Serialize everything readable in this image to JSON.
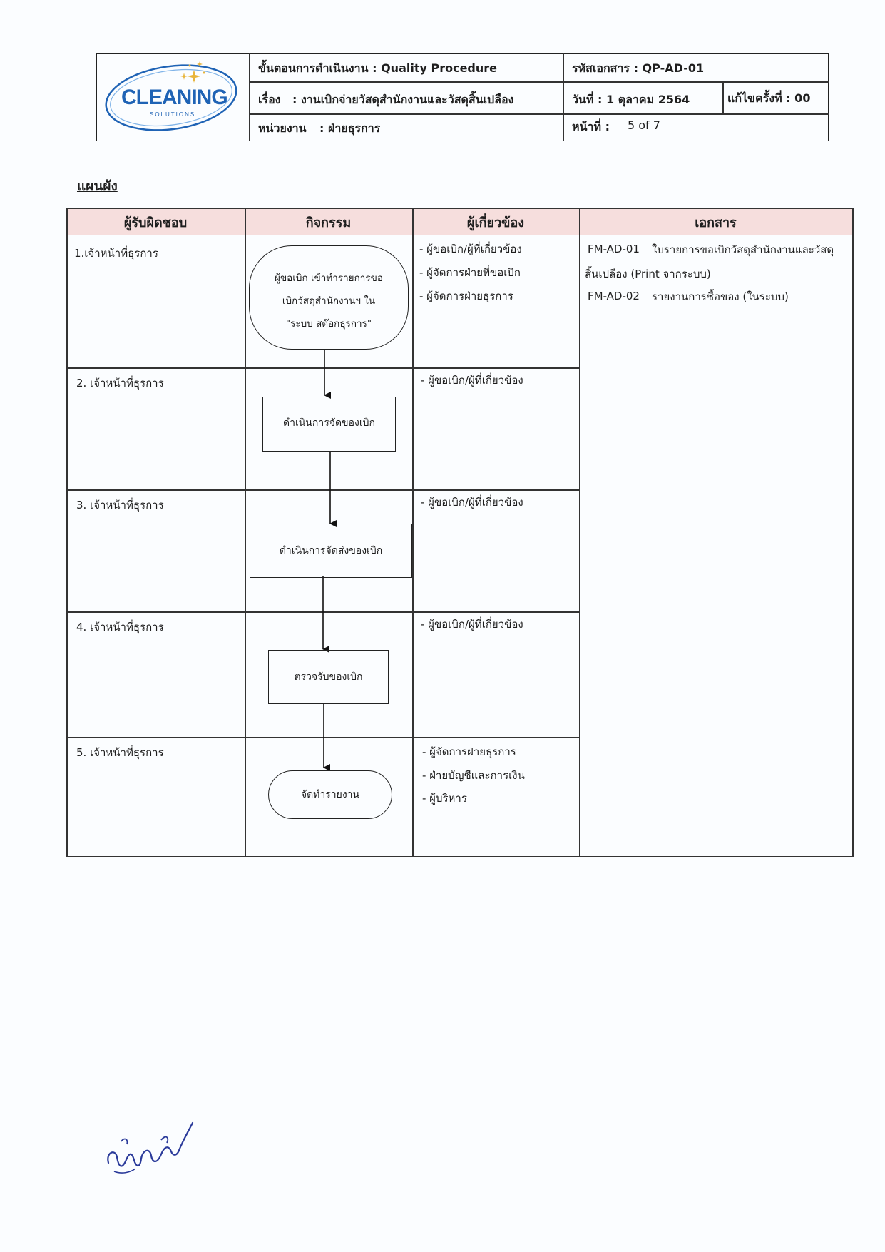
{
  "header": {
    "logo_text": "CLEANING",
    "logo_sub": "SOLUTIONS",
    "procedure_label": "ขั้นตอนการดำเนินงาน : Quality Procedure",
    "doc_code": "รหัสเอกสาร : QP-AD-01",
    "subject_prefix": "เรื่อง",
    "subject": ": งานเบิกจ่ายวัสดุสำนักงานและวัสดุสิ้นเปลือง",
    "date": "วันที่ : 1 ตุลาคม 2564",
    "revision": "แก้ไขครั้งที่ : 00",
    "unit_label": "หน่วยงาน",
    "unit": ": ฝ่ายธุรการ",
    "page_label": "หน้าที่ :",
    "page": "5 of 7"
  },
  "section_title": "แผนผัง",
  "table": {
    "headers": [
      "ผู้รับผิดชอบ",
      "กิจกรรม",
      "ผู้เกี่ยวข้อง",
      "เอกสาร"
    ],
    "rows": [
      {
        "responsible": "1.เจ้าหน้าที่ธุรการ",
        "activity": [
          "ผู้ขอเบิก เข้าทำรายการขอ",
          "เบิกวัสดุสำนักงานฯ ใน",
          "\"ระบบ สต๊อกธุรการ\""
        ],
        "related": [
          "- ผู้ขอเบิก/ผู้ที่เกี่ยวข้อง",
          "- ผู้จัดการฝ่ายที่ขอเบิก",
          "- ผู้จัดการฝ่ายธุรการ"
        ]
      },
      {
        "responsible": "2. เจ้าหน้าที่ธุรการ",
        "activity": [
          "ดำเนินการจัดของเบิก"
        ],
        "related": [
          "-  ผู้ขอเบิก/ผู้ที่เกี่ยวข้อง"
        ]
      },
      {
        "responsible": "3.  เจ้าหน้าที่ธุรการ",
        "activity": [
          "ดำเนินการจัดส่งของเบิก"
        ],
        "related": [
          "- ผู้ขอเบิก/ผู้ที่เกี่ยวข้อง"
        ]
      },
      {
        "responsible": "4.  เจ้าหน้าที่ธุรการ",
        "activity": [
          "ตรวจรับของเบิก"
        ],
        "related": [
          "- ผู้ขอเบิก/ผู้ที่เกี่ยวข้อง"
        ]
      },
      {
        "responsible": "5.  เจ้าหน้าที่ธุรการ",
        "activity": [
          "จัดทำรายงาน"
        ],
        "related": [
          "-  ผู้จัดการฝ่ายธุรการ",
          "-  ฝ่ายบัญชีและการเงิน",
          "-  ผู้บริหาร"
        ]
      }
    ],
    "documents": [
      {
        "code": "FM-AD-01",
        "name": "ใบรายการขอเบิกวัสดุสำนักงานและวัสดุ",
        "name2": "สิ้นเปลือง (Print จากระบบ)"
      },
      {
        "code": "FM-AD-02",
        "name": "รายงานการซื้อของ (ในระบบ)"
      }
    ]
  },
  "signature": "ณัฐชุมันท์",
  "colors": {
    "header_fill": "#f6dedd",
    "logo_blue": "#1f63b5",
    "logo_star": "#e8b43a"
  }
}
